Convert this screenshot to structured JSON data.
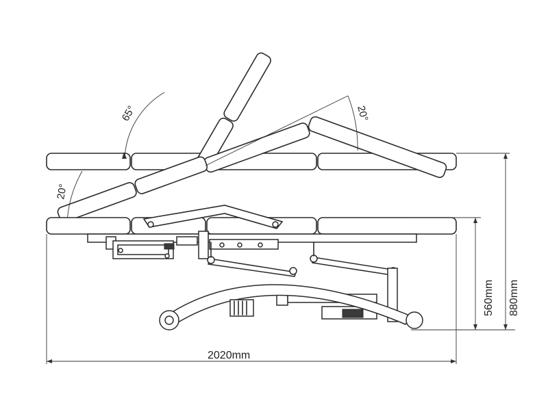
{
  "dimensions": {
    "length": "2020mm",
    "height_low": "560mm",
    "height_high": "880mm"
  },
  "angles": {
    "backrest": "65°",
    "leg_section": "20°",
    "tilt": "20°"
  },
  "colors": {
    "line": "#2a2a2a",
    "background": "#ffffff"
  }
}
